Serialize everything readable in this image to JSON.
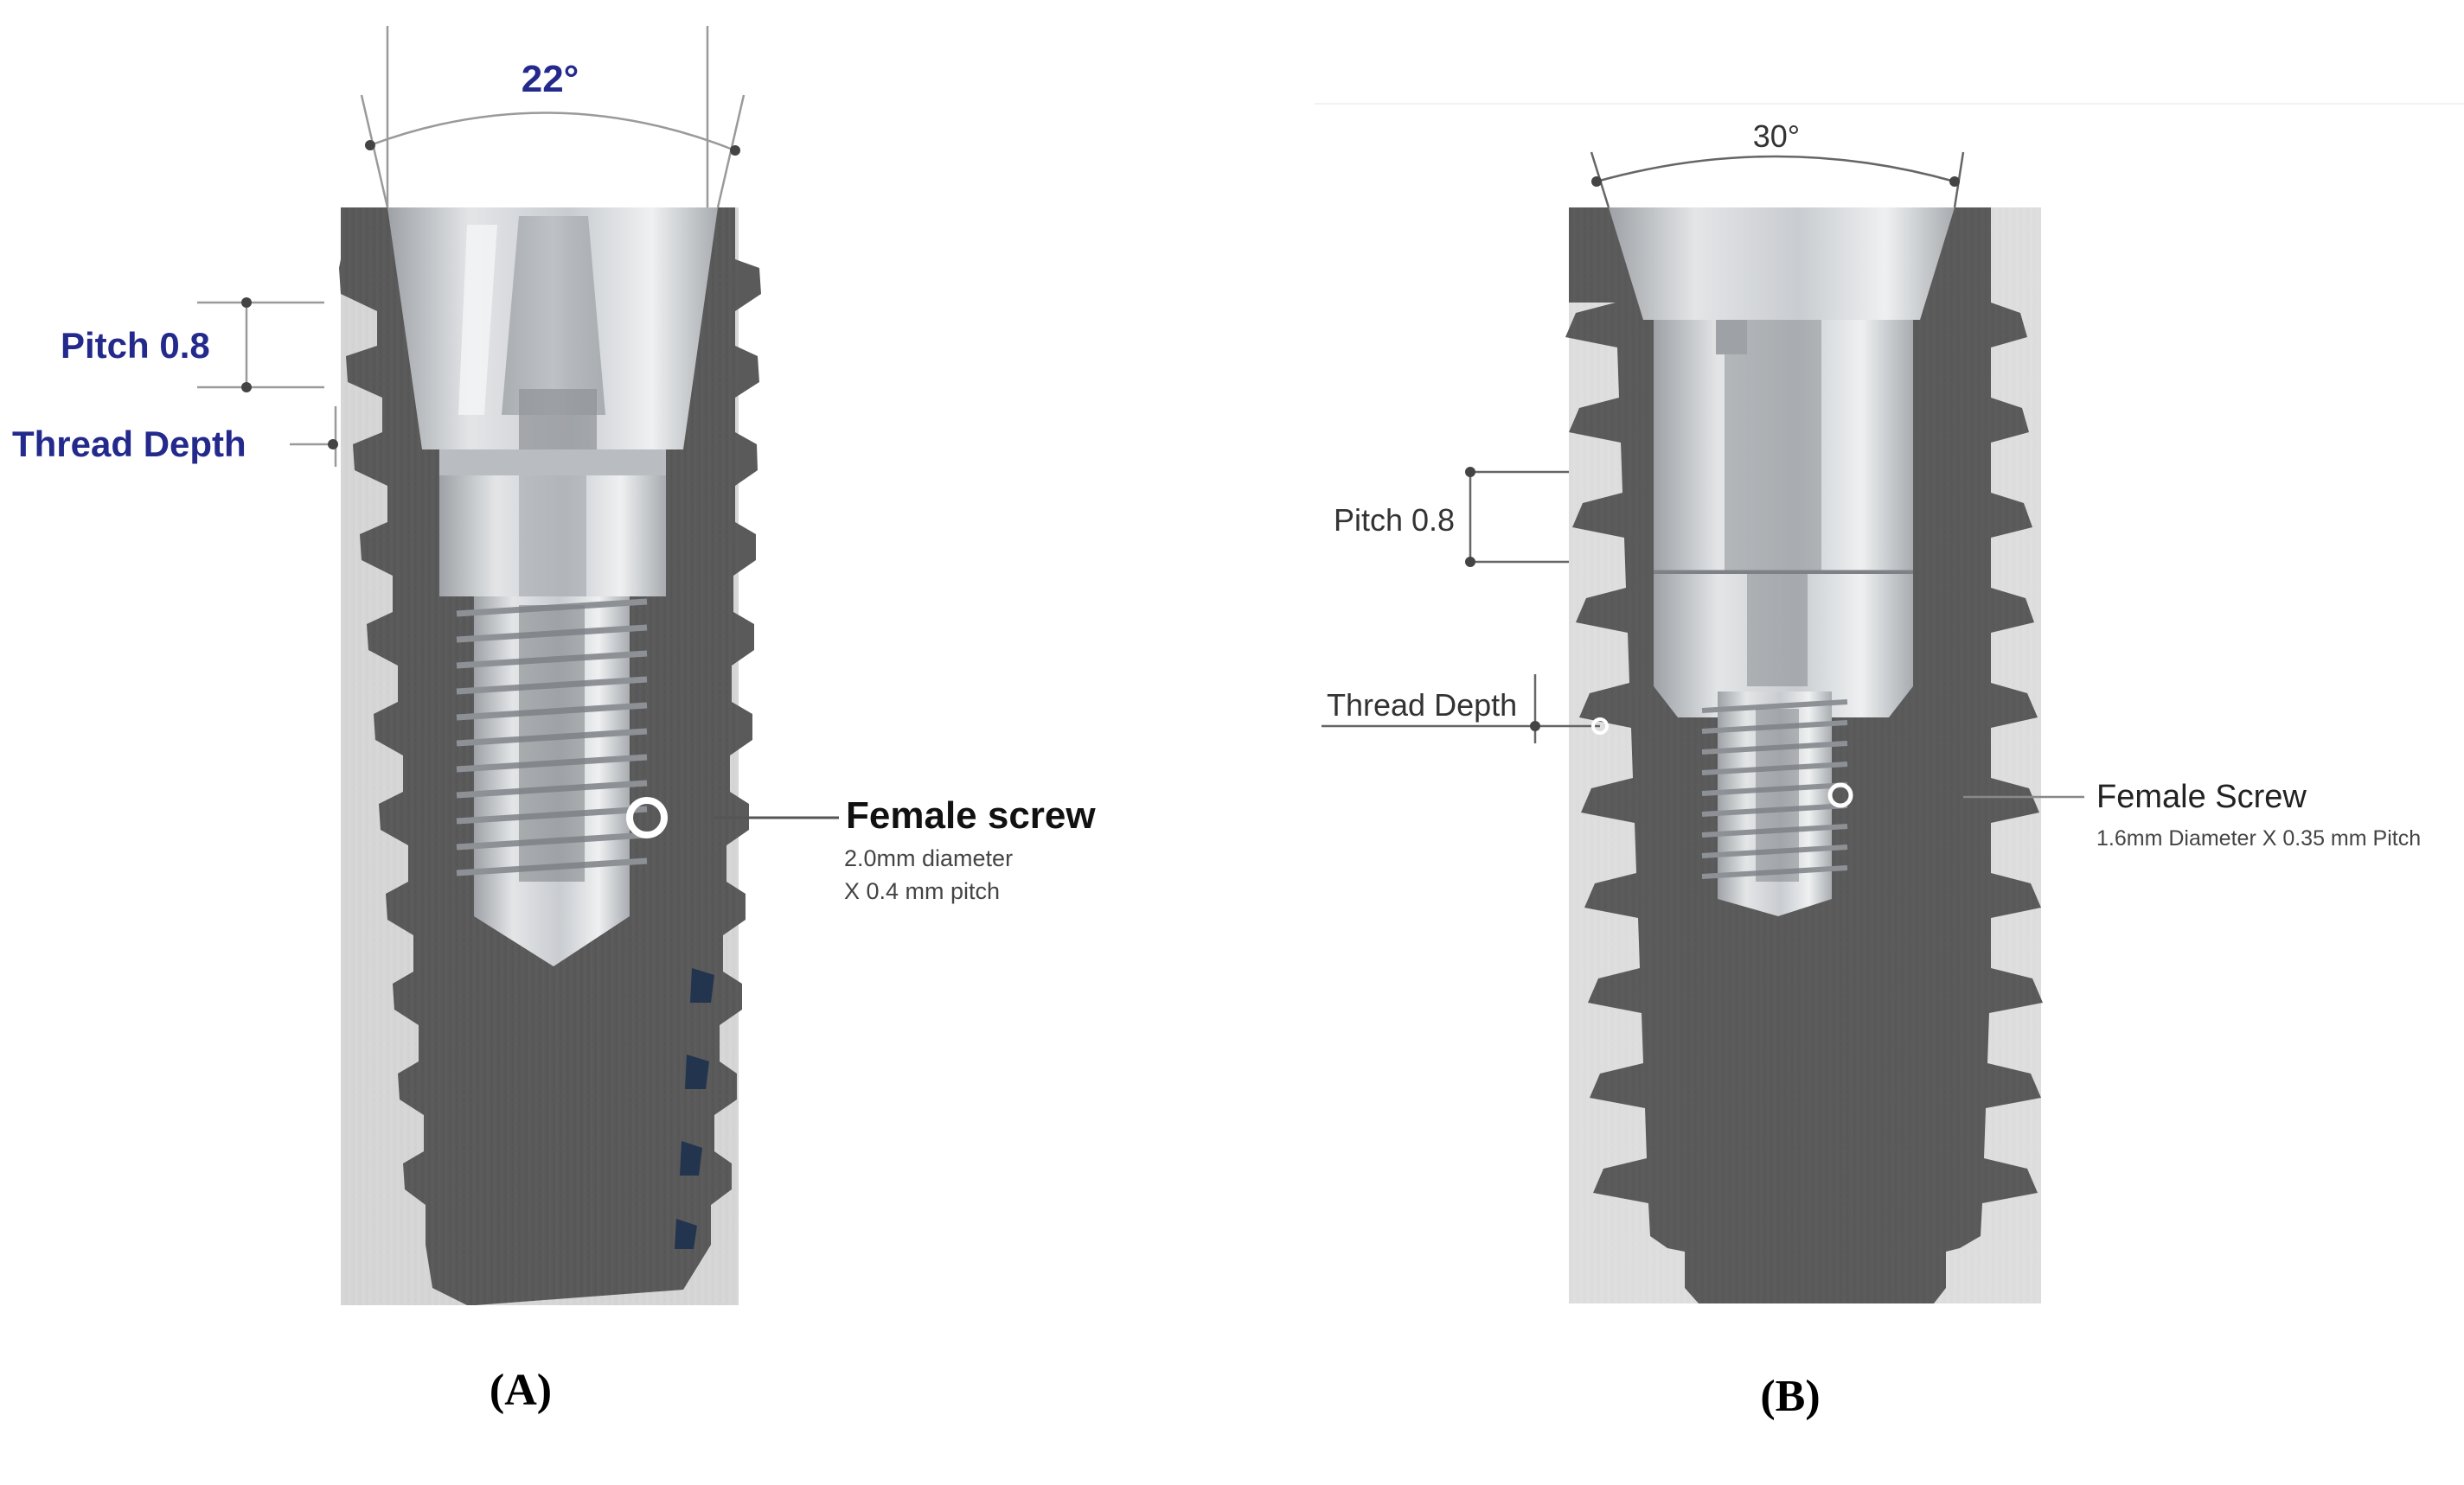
{
  "colors": {
    "implant_body": "#5c5c5c",
    "implant_dark": "#3e3e3e",
    "abutment_connection": "#d4d6d8",
    "label_a": "#232a8c",
    "label_b": "#333333",
    "coating": "#22344e"
  },
  "panel_a": {
    "caption": "(A)",
    "angle": "22°",
    "pitch": "Pitch 0.8",
    "thread_depth": "Thread Depth",
    "female_screw_title": "Female screw",
    "female_screw_line1": "2.0mm diameter",
    "female_screw_line2": "X 0.4 mm pitch"
  },
  "panel_b": {
    "caption": "(B)",
    "angle": "30°",
    "pitch": "Pitch 0.8",
    "thread_depth": "Thread Depth",
    "female_screw_title": "Female Screw",
    "female_screw_spec": "1.6mm Diameter X 0.35 mm Pitch"
  }
}
